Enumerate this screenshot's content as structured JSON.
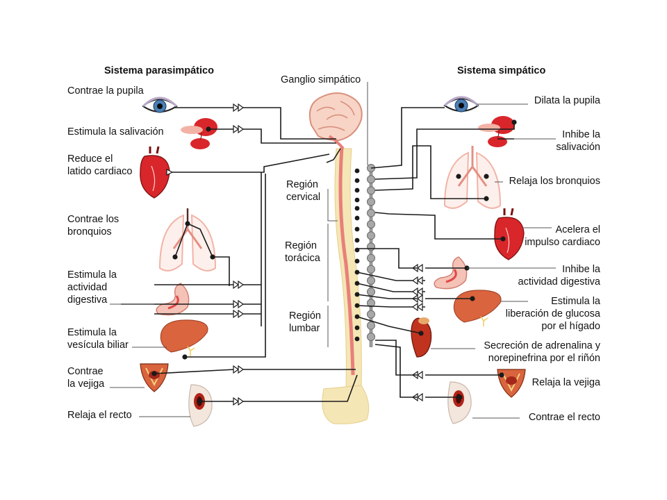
{
  "headers": {
    "parasympathetic": "Sistema parasimpático",
    "ganglion": "Ganglio simpático",
    "sympathetic": "Sistema simpático"
  },
  "parasympathetic_effects": [
    "Contrae la pupila",
    "Estimula la salivación",
    "Reduce el\nlatido cardiaco",
    "Contrae los\nbronquios",
    "Estimula la\nactividad\ndigestiva",
    "Estimula la\nvesícula biliar",
    "Contrae\nla vejiga",
    "Relaja el recto"
  ],
  "spinal_regions": [
    "Región\ncervical",
    "Región\ntorácica",
    "Región\nlumbar"
  ],
  "sympathetic_effects": [
    "Dilata la pupila",
    "Inhibe la\nsalivación",
    "Relaja los bronquios",
    "Acelera el\nimpulso cardiaco",
    "Inhibe la\nactividad digestiva",
    "Estimula la\nliberación de glucosa\npor el hígado",
    "Secreción de adrenalina y\nnorepinefrina por el riñón",
    "Relaja la vejiga",
    "Contrae el recto"
  ],
  "colors": {
    "organ_red": "#d9262b",
    "organ_pink": "#f2b3a6",
    "liver": "#d9643e",
    "bone": "#f5e6b6",
    "spinal_cord": "#e8807a",
    "ganglia": "#9a9a9a",
    "line": "#1a1a1a"
  }
}
